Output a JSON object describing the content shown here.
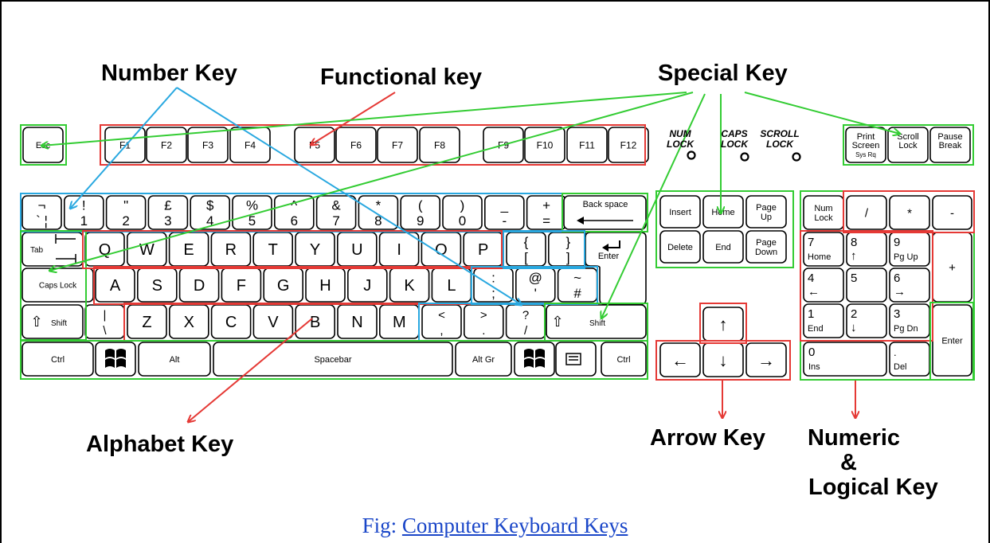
{
  "labels": {
    "number_key": "Number Key",
    "functional_key": "Functional key",
    "special_key": "Special Key",
    "alphabet_key": "Alphabet Key",
    "arrow_key": "Arrow Key",
    "numeric_line1": "Numeric",
    "numeric_line2": "&",
    "numeric_line3": "Logical Key"
  },
  "caption": {
    "prefix": "Fig: ",
    "link": "Computer Keyboard Keys"
  },
  "indicators": {
    "num_lock": [
      "NUM",
      "LOCK"
    ],
    "caps_lock": [
      "CAPS",
      "LOCK"
    ],
    "scroll_lock": [
      "SCROLL",
      "LOCK"
    ]
  },
  "colors": {
    "functional": "#e53935",
    "number": "#29a8e0",
    "special": "#33cc33",
    "caption": "#1a46c8"
  },
  "keyboard": {
    "esc": "Esc",
    "function_keys": [
      "F1",
      "F2",
      "F3",
      "F4",
      "F5",
      "F6",
      "F7",
      "F8",
      "F9",
      "F10",
      "F11",
      "F12"
    ],
    "system_keys": [
      [
        "Print",
        "Screen",
        "Sys Rq"
      ],
      [
        "Scroll",
        "Lock"
      ],
      [
        "Pause",
        "Break"
      ]
    ],
    "number_row": [
      [
        "¬",
        "`  ¦"
      ],
      [
        "!",
        "1"
      ],
      [
        "\"",
        "2"
      ],
      [
        "£",
        "3"
      ],
      [
        "$",
        "4"
      ],
      [
        "%",
        "5"
      ],
      [
        "^",
        "6"
      ],
      [
        "&",
        "7"
      ],
      [
        "*",
        "8"
      ],
      [
        "(",
        "9"
      ],
      [
        ")",
        "0"
      ],
      [
        "_",
        "-"
      ],
      [
        "+",
        "="
      ]
    ],
    "backspace": "Back space",
    "tab": "Tab",
    "row_q": [
      "Q",
      "W",
      "E",
      "R",
      "T",
      "Y",
      "U",
      "I",
      "O",
      "P"
    ],
    "brackets": [
      [
        "{",
        "["
      ],
      [
        "}",
        "]"
      ]
    ],
    "enter": "Enter",
    "caps_lock": "Caps Lock",
    "row_a": [
      "A",
      "S",
      "D",
      "F",
      "G",
      "H",
      "J",
      "K",
      "L"
    ],
    "semi_keys": [
      [
        ":",
        ";"
      ],
      [
        "@",
        "'"
      ],
      [
        "~",
        "#"
      ]
    ],
    "shift": "Shift",
    "backslash": [
      "|",
      "\\"
    ],
    "row_z": [
      "Z",
      "X",
      "C",
      "V",
      "B",
      "N",
      "M"
    ],
    "punct_keys": [
      [
        "<",
        ","
      ],
      [
        ">",
        "."
      ],
      [
        "?",
        "/"
      ]
    ],
    "ctrl": "Ctrl",
    "alt": "Alt",
    "spacebar": "Spacebar",
    "alt_gr": "Alt Gr",
    "nav_keys": [
      [
        "Insert"
      ],
      [
        "Home"
      ],
      [
        "Page",
        "Up"
      ],
      [
        "Delete"
      ],
      [
        "End"
      ],
      [
        "Page",
        "Down"
      ]
    ],
    "numpad": {
      "num_lock": [
        "Num",
        "Lock"
      ],
      "divide": "/",
      "multiply": "*",
      "minus": "-",
      "plus": "+",
      "enter": "Enter",
      "keys": [
        [
          "7",
          "Home"
        ],
        [
          "8",
          "↑"
        ],
        [
          "9",
          "Pg Up"
        ],
        [
          "4",
          "←"
        ],
        [
          "5",
          ""
        ],
        [
          "6",
          "→"
        ],
        [
          "1",
          "End"
        ],
        [
          "2",
          "↓"
        ],
        [
          "3",
          "Pg Dn"
        ]
      ],
      "zero": [
        "0",
        "Ins"
      ],
      "del": [
        ".",
        "Del"
      ]
    },
    "arrows": [
      "↑",
      "←",
      "↓",
      "→"
    ]
  }
}
